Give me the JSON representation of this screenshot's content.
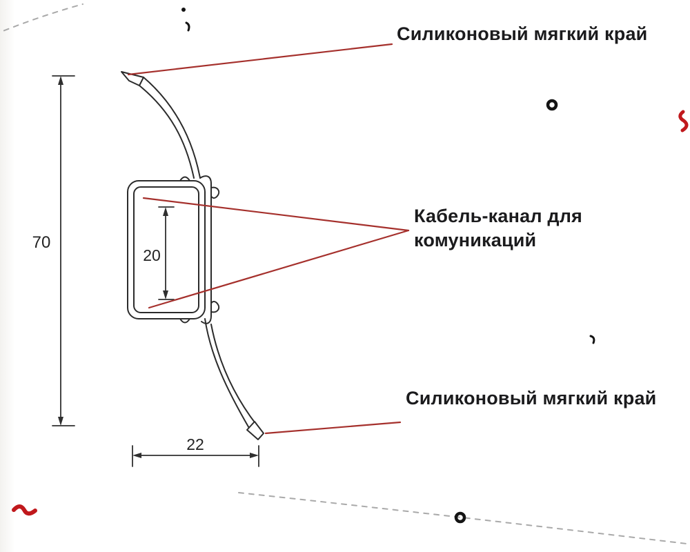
{
  "annotations": {
    "top_edge_label": "Силиконовый мягкий край",
    "cable_channel_label": "Кабель-канал для комуникаций",
    "bottom_edge_label": "Силиконовый мягкий край"
  },
  "dimensions": {
    "overall_height_mm": "70",
    "channel_height_mm": "20",
    "base_width_mm": "22"
  },
  "colors": {
    "outline": "#2b2b2b",
    "dimension_line": "#2f2f2f",
    "leader_line": "#a5302c",
    "accent_red": "#c0181c",
    "artifact_black": "#141414",
    "dashed_gray": "#a9a9a9",
    "text": "#1b1b1d"
  }
}
